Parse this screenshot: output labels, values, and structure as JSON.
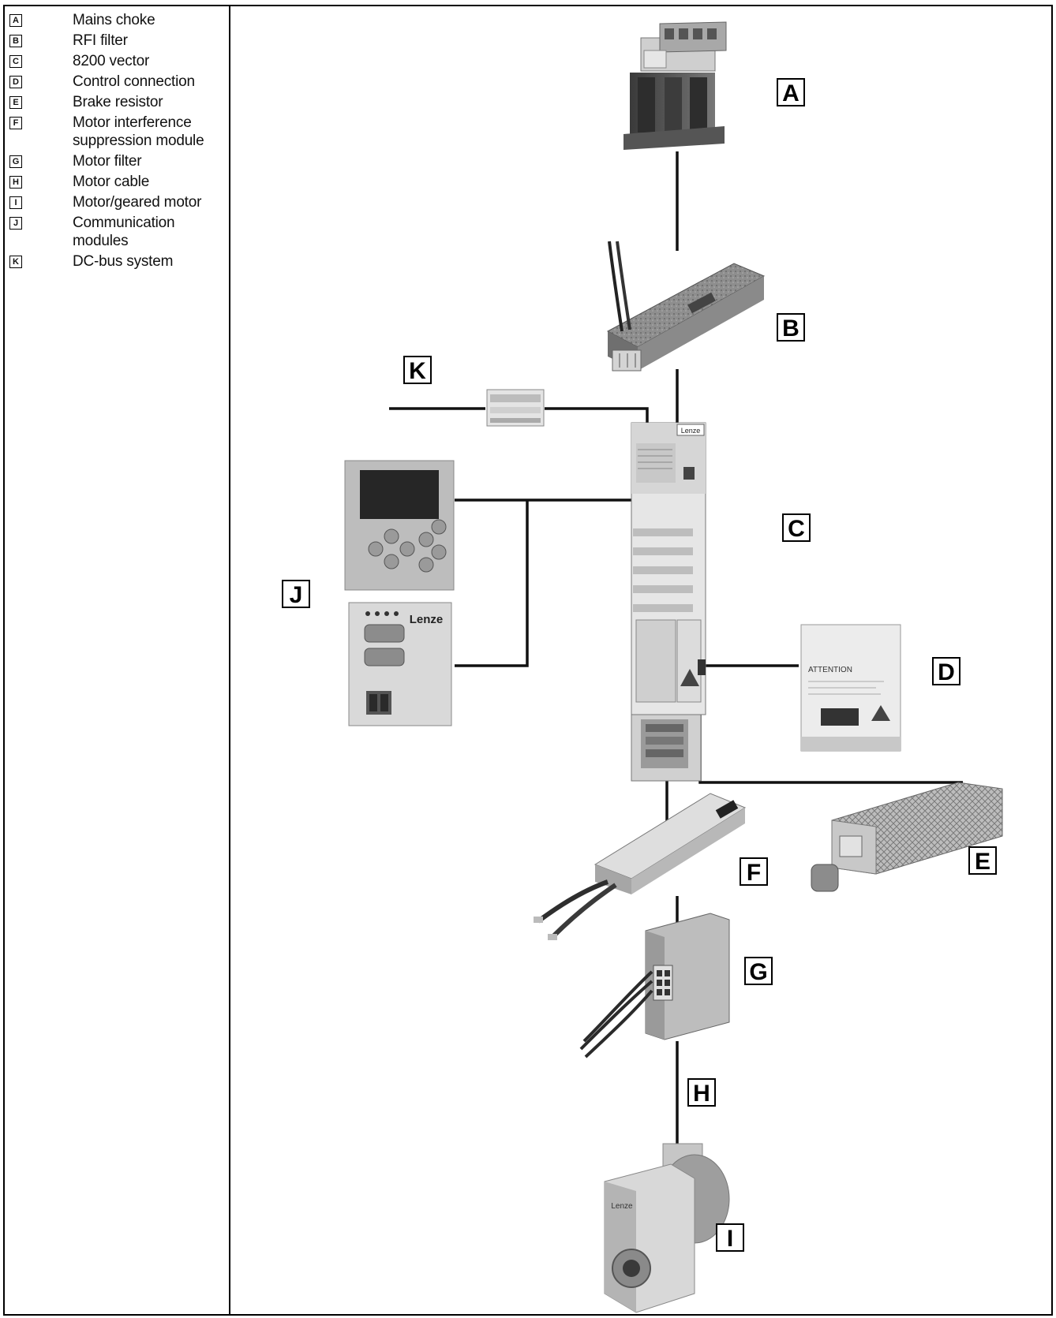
{
  "legend": [
    {
      "key": "A",
      "label": "Mains choke"
    },
    {
      "key": "B",
      "label": "RFI filter"
    },
    {
      "key": "C",
      "label": "8200 vector"
    },
    {
      "key": "D",
      "label": "Control connection"
    },
    {
      "key": "E",
      "label": "Brake resistor"
    },
    {
      "key": "F",
      "label": "Motor interference suppression module"
    },
    {
      "key": "G",
      "label": "Motor filter"
    },
    {
      "key": "H",
      "label": "Motor cable"
    },
    {
      "key": "I",
      "label": "Motor/geared motor"
    },
    {
      "key": "J",
      "label": "Communication modules"
    },
    {
      "key": "K",
      "label": "DC-bus system"
    }
  ],
  "callouts": {
    "A": "A",
    "B": "B",
    "C": "C",
    "D": "D",
    "E": "E",
    "F": "F",
    "G": "G",
    "H": "H",
    "I": "I",
    "J": "J",
    "K": "K"
  },
  "product_labels": {
    "inverter_brand": "Lenze",
    "keypad_brand": "Lenze",
    "control_card_text": "ATTENTION",
    "motor_brand": "Lenze"
  }
}
